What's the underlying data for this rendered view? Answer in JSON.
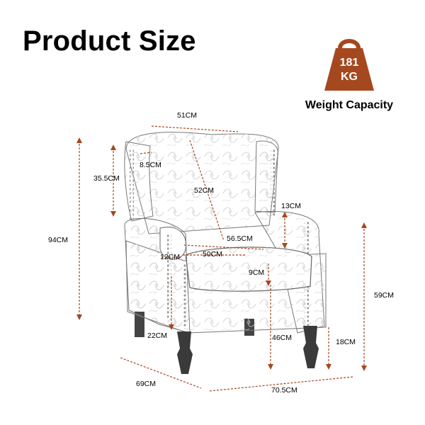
{
  "header": {
    "title": "Product Size"
  },
  "weight": {
    "value": "181",
    "unit": "KG",
    "caption": "Weight Capacity",
    "color": "#a5481f"
  },
  "accent_color": "#a5481f",
  "dimensions": {
    "top_width": "51CM",
    "wing_depth": "8.5CM",
    "wing_height": "35.5CM",
    "back_height": "52CM",
    "arm_height": "13CM",
    "total_height": "94CM",
    "seat_depth": "56.5CM",
    "arm_width": "12CM",
    "seat_width": "50CM",
    "cushion_thickness": "9CM",
    "seat_height": "59CM",
    "seat_to_base": "22CM",
    "leg_to_seat": "46CM",
    "leg_height": "18CM",
    "total_depth": "69CM",
    "total_width": "70.5CM"
  }
}
